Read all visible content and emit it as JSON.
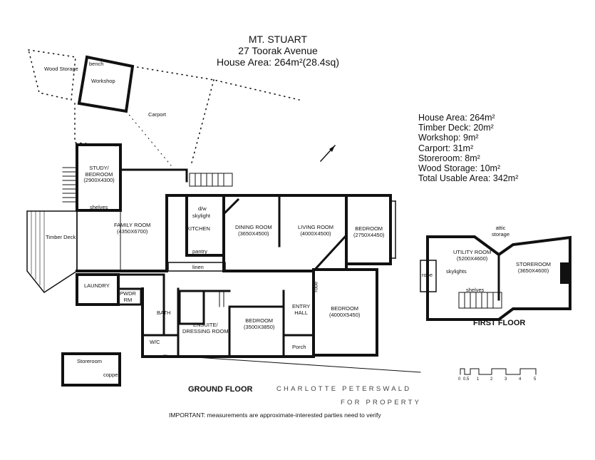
{
  "header": {
    "name": "MT. STUART",
    "address": "27 Toorak Avenue",
    "house_area": "House Area: 264m²(28.4sq)"
  },
  "areas": [
    "House Area: 264m²",
    "Timber Deck: 20m²",
    "Workshop: 9m²",
    "Carport: 31m²",
    "Storeroom: 8m²",
    "Wood Storage: 10m²",
    "Total Usable Area: 342m²"
  ],
  "rooms": {
    "wood_storage": "Wood\nStorage",
    "bench": "bench",
    "workshop": "Workshop",
    "carport": "Carport",
    "study": "STUDY/\nBEDROOM\n(2900X4300)",
    "shelves_study": "shelves",
    "timber_deck": "Timber Deck",
    "family_room": "FAMILY ROOM\n(4350X6700)",
    "dw": "d/w",
    "skylight": "skylight",
    "kitchen": "KITCHEN",
    "pantry": "pantry",
    "linen": "linen",
    "dining_room": "DINING ROOM\n(3650X4500)",
    "living_room": "LIVING ROOM\n(4000X4500)",
    "bedroom_1": "BEDROOM\n(2750X4450)",
    "laundry": "LAUNDRY",
    "pwdr_rm": "PWDR\nRM",
    "bath": "BATH",
    "ensuite": "ENSUITE/\nDRESSING ROOM",
    "wc": "W/C",
    "bedroom_2": "BEDROOM\n(3500X3850)",
    "entry_hall": "ENTRY\nHALL",
    "robe_main": "robe",
    "bedroom_3": "BEDROOM\n(4000X5450)",
    "porch": "Porch",
    "storeroom_out": "Storeroom",
    "copper": "copper",
    "attic_storage": "attic\nstorage",
    "utility_room": "UTILITY ROOM\n(5200X4600)",
    "robe_upper": "robe",
    "skylights": "skylights",
    "shelves_upper": "shelves",
    "storeroom_upper": "STOREROOM\n(3650X4600)"
  },
  "labels": {
    "ground_floor": "GROUND FLOOR",
    "first_floor": "FIRST FLOOR",
    "brand_line1": "CHARLOTTE PETERSWALD",
    "brand_line2": "FOR PROPERTY",
    "important": "IMPORTANT: measurements are approximate-interested parties need to verify"
  },
  "scale": [
    "0",
    "0.5",
    "1",
    "2",
    "3",
    "4",
    "5"
  ]
}
